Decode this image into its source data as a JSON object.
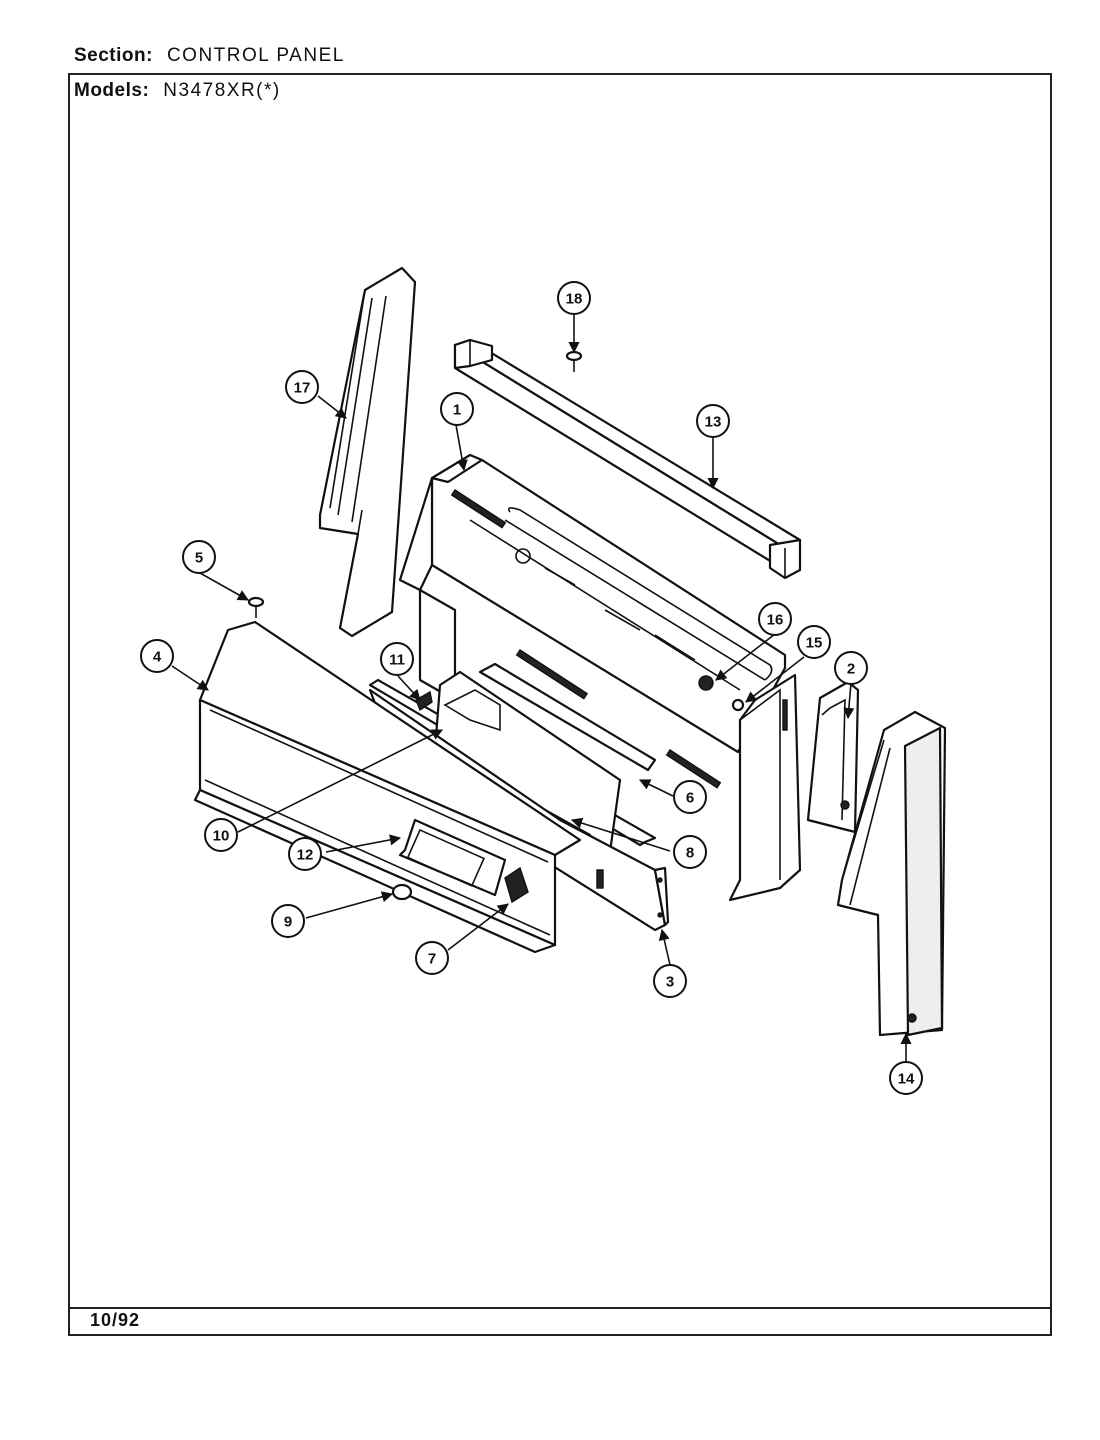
{
  "header": {
    "section_label": "Section:",
    "section_value": "CONTROL PANEL",
    "models_label": "Models:",
    "models_value": "N3478XR(*)"
  },
  "footer": {
    "date": "10/92"
  },
  "callouts": [
    "1",
    "2",
    "3",
    "4",
    "5",
    "6",
    "7",
    "8",
    "9",
    "10",
    "11",
    "12",
    "13",
    "14",
    "15",
    "16",
    "17",
    "18"
  ]
}
